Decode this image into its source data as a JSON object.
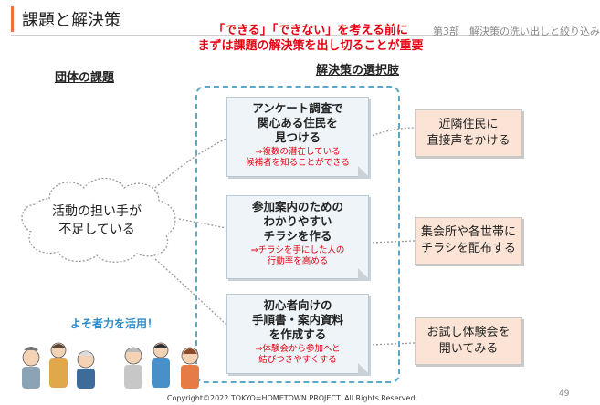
{
  "header": {
    "title": "課題と解決策",
    "banner_line1": "「できる」「できない」を考える前に",
    "banner_line2": "まずは課題の解決策を出し切ることが重要",
    "section_label": "第3部　解決策の洗い出しと絞り込み"
  },
  "left": {
    "heading": "団体の課題",
    "problem_line1": "活動の担い手が",
    "problem_line2": "不足している",
    "yoso": "よそ者力を活用！"
  },
  "middle": {
    "heading": "解決策の選択肢",
    "cards": [
      {
        "line1": "アンケート調査で",
        "line2": "関心ある住民を",
        "line3": "見つける",
        "note1": "⇒複数の潜在している",
        "note2": "候補者を知ることができる"
      },
      {
        "line1": "参加案内のための",
        "line2": "わかりやすい",
        "line3": "チラシを作る",
        "note1": "⇒チラシを手にした人の",
        "note2": "行動率を高める"
      },
      {
        "line1": "初心者向けの",
        "line2": "手順書・案内資料",
        "line3": "を作成する",
        "note1": "⇒体験会から参加へと",
        "note2": "結びつきやすくする"
      }
    ]
  },
  "right": {
    "boxes": [
      {
        "line1": "近隣住民に",
        "line2": "直接声をかける"
      },
      {
        "line1": "集会所や各世帯に",
        "line2": "チラシを配布する"
      },
      {
        "line1": "お試し体験会を",
        "line2": "開いてみる"
      }
    ]
  },
  "footer": {
    "copyright": "Copyright©2022 TOKYO=HOMETOWN PROJECT. All Rights Reserved.",
    "page_number": "49"
  },
  "colors": {
    "accent": "#e8743b",
    "emphasis_red": "#e60012",
    "frame_blue": "#5aa9c8",
    "card_bg": "#eef4f8",
    "box_bg": "#fbe4d5",
    "yoso_blue": "#2e8bc9"
  }
}
